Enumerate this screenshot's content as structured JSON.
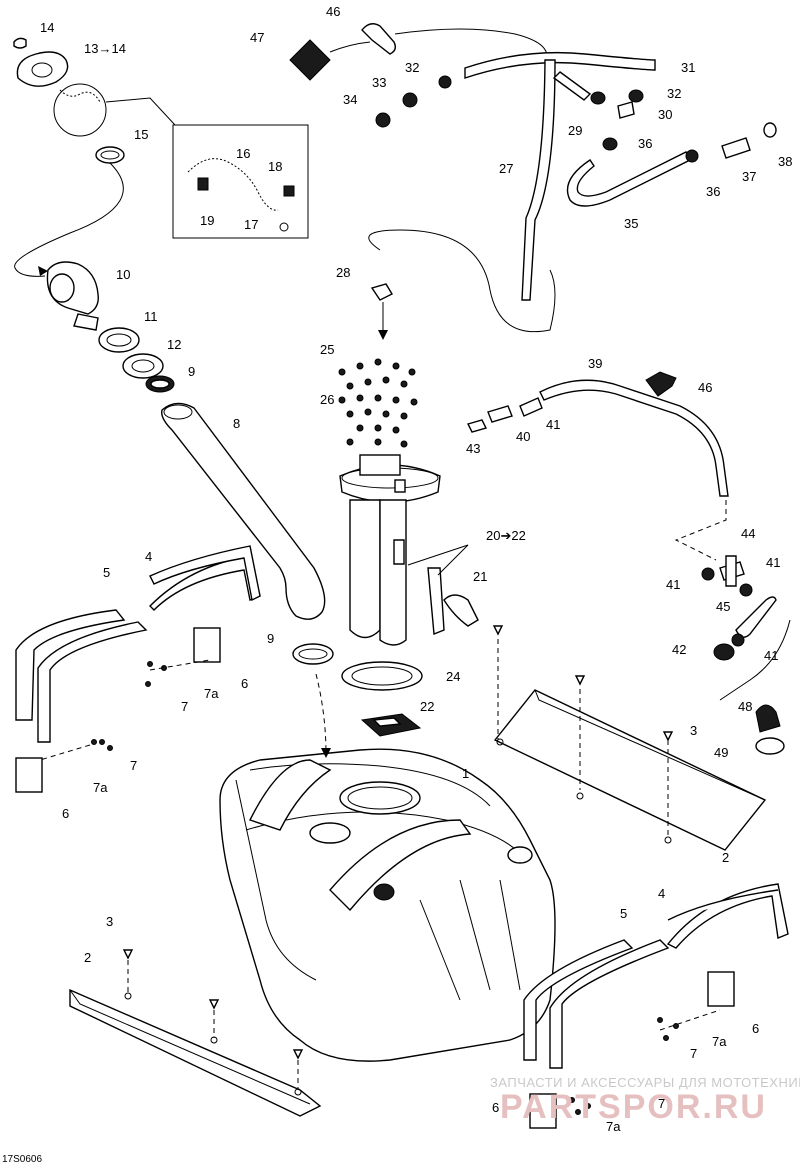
{
  "drawing_code": "17S0606",
  "callouts": {
    "c14": "14",
    "c13": "13→14",
    "c15": "15",
    "c16": "16",
    "c18": "18",
    "c19": "19",
    "c17": "17",
    "c10": "10",
    "c11": "11",
    "c12": "12",
    "c9a": "9",
    "c8": "8",
    "c46a": "46",
    "c47": "47",
    "c32a": "32",
    "c33": "33",
    "c34": "34",
    "c31": "31",
    "c32b": "32",
    "c29": "29",
    "c30": "30",
    "c36a": "36",
    "c27": "27",
    "c36b": "36",
    "c37": "37",
    "c38": "38",
    "c35": "35",
    "c28": "28",
    "c25": "25",
    "c26": "26",
    "c39": "39",
    "c46b": "46",
    "c41a": "41",
    "c40": "40",
    "c43": "43",
    "c20": "20➔22",
    "c21": "21",
    "c44": "44",
    "c41b": "41",
    "c41c": "41",
    "c45": "45",
    "c42": "42",
    "c41d": "41",
    "c48": "48",
    "c49": "49",
    "c9b": "9",
    "c24": "24",
    "c22": "22",
    "c3a": "3",
    "c2a": "2",
    "c1": "1",
    "c4a": "4",
    "c5a": "5",
    "c6a": "6",
    "c7a1": "7a",
    "c7a": "7",
    "c7b": "7",
    "c7a2": "7a",
    "c6b": "6",
    "c3b": "3",
    "c2b": "2",
    "c4b": "4",
    "c5b": "5",
    "c6c": "6",
    "c7a3": "7a",
    "c7c": "7",
    "c6d": "6",
    "c7d": "7",
    "c7a4": "7a"
  },
  "watermark": {
    "line1": "ЗАПЧАСТИ И АКСЕССУАРЫ ДЛЯ МОТОТЕХНИКИ",
    "line2": "PARTSPOR.RU"
  }
}
